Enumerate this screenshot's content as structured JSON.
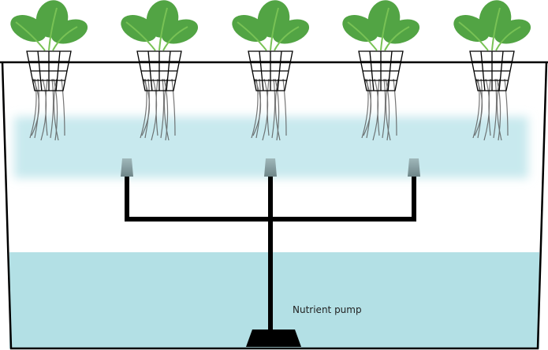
{
  "labels": {
    "pump": "Nutrient pump"
  },
  "plant_count": 5,
  "nozzle_count": 3,
  "colors": {
    "leaf": "#52a444",
    "vein": "#78c255",
    "water": "#b3e0e5",
    "mist": "#c8e9ee",
    "pipe": "#000000",
    "nozzle": "#8fa6aa",
    "root": "#555555"
  }
}
